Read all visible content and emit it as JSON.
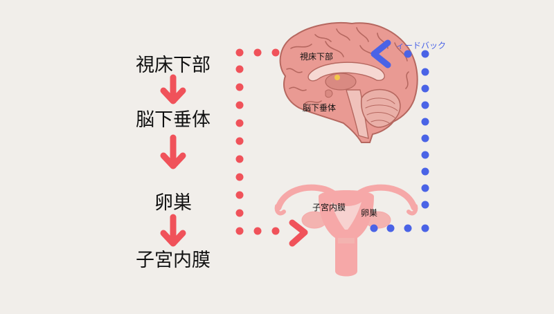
{
  "flow_steps": [
    {
      "label": "視床下部"
    },
    {
      "label": "脳下垂体"
    },
    {
      "label": "卵巣"
    },
    {
      "label": "子宮内膜"
    }
  ],
  "brain_labels": {
    "hypothalamus": "視床下部",
    "pituitary": "脳下垂体"
  },
  "uterus_labels": {
    "endometrium": "子宮内膜",
    "ovary": "卵巣"
  },
  "feedback_label": "ィードバック",
  "colors": {
    "background": "#f1eeea",
    "arrow_red": "#f0525a",
    "dot_red": "#f0525a",
    "dot_blue": "#4a63e6",
    "brain_pink": "#e99a93",
    "brain_dark": "#b5675f",
    "uterus_pink": "#f6a8a8"
  },
  "icons": [
    "down-arrow-icon",
    "right-chevron-icon",
    "left-chevron-icon",
    "brain-illustration",
    "uterus-illustration"
  ]
}
